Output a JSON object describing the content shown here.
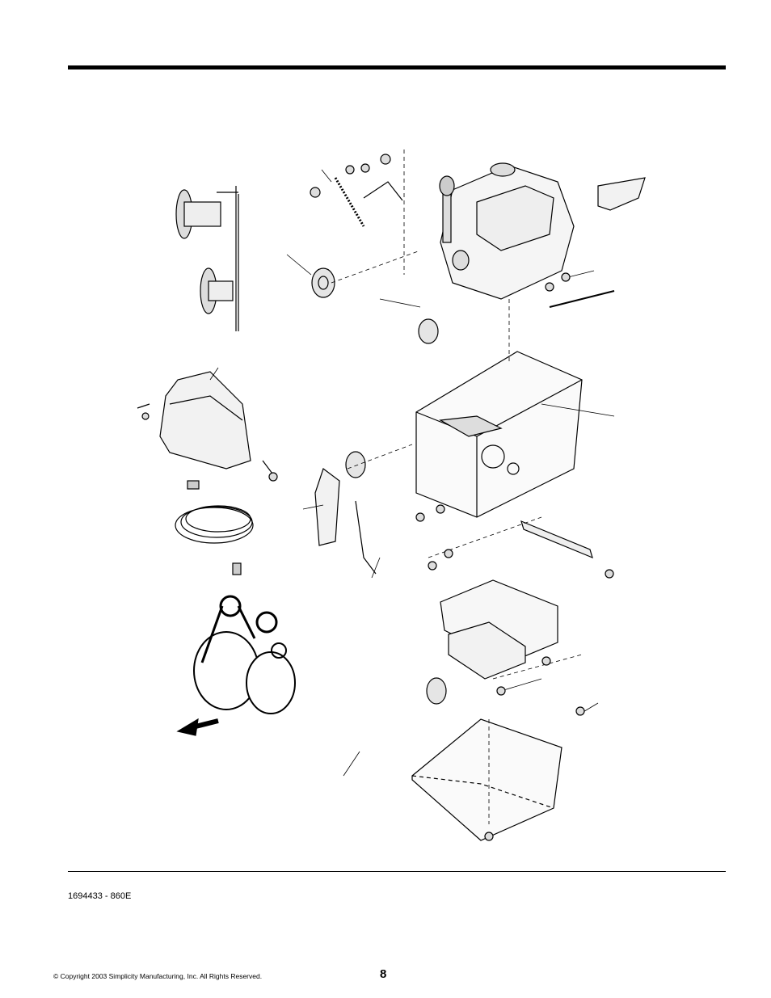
{
  "document": {
    "part_code": "1694433 - 860E",
    "page_number": "8",
    "copyright": "© Copyright 2003 Simplicity Manufacturing, Inc. All Rights Reserved."
  },
  "colors": {
    "ink": "#000000",
    "paper": "#ffffff",
    "shade": "#d9d9d9"
  }
}
